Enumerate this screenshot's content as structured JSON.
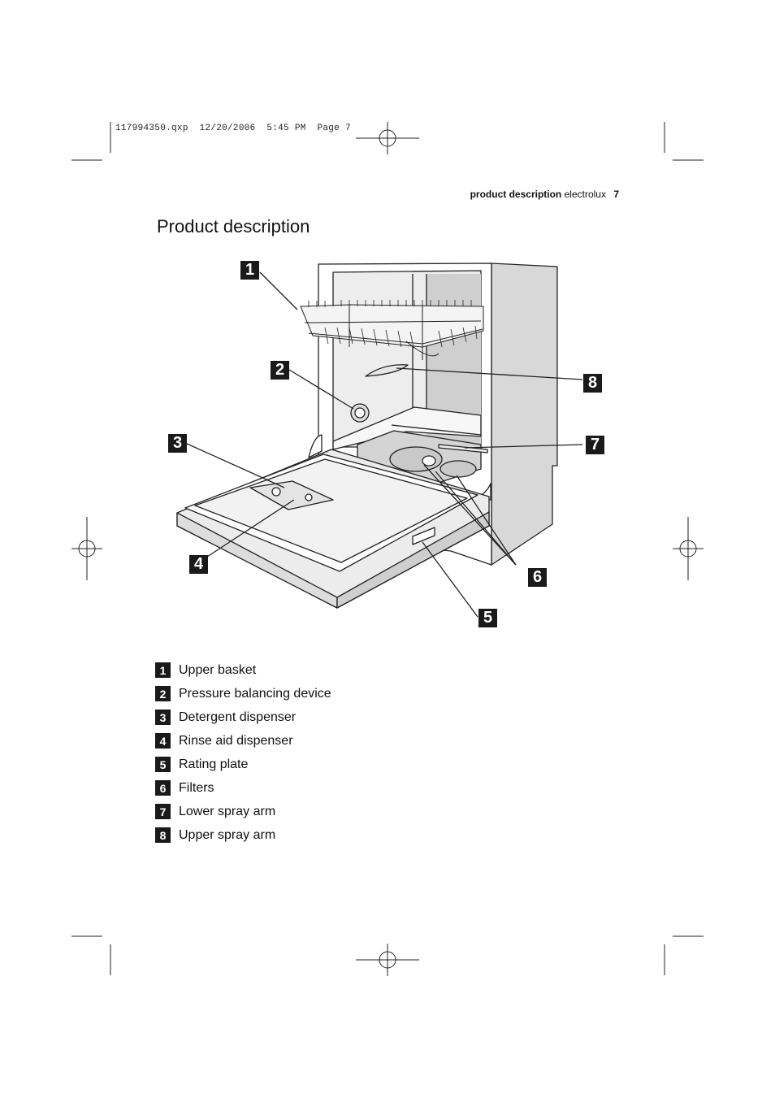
{
  "slug": "117994350.qxp  12/20/2006  5:45 PM  Page 7",
  "running_head": {
    "section": "product description",
    "brand": "electrolux",
    "page": "7"
  },
  "title": "Product description",
  "callouts": [
    "1",
    "2",
    "3",
    "4",
    "5",
    "6",
    "7",
    "8"
  ],
  "legend": [
    {
      "num": "1",
      "label": "Upper basket"
    },
    {
      "num": "2",
      "label": "Pressure balancing device"
    },
    {
      "num": "3",
      "label": "Detergent dispenser"
    },
    {
      "num": "4",
      "label": "Rinse aid dispenser"
    },
    {
      "num": "5",
      "label": "Rating plate"
    },
    {
      "num": "6",
      "label": "Filters"
    },
    {
      "num": "7",
      "label": "Lower spray arm"
    },
    {
      "num": "8",
      "label": "Upper spray arm"
    }
  ]
}
